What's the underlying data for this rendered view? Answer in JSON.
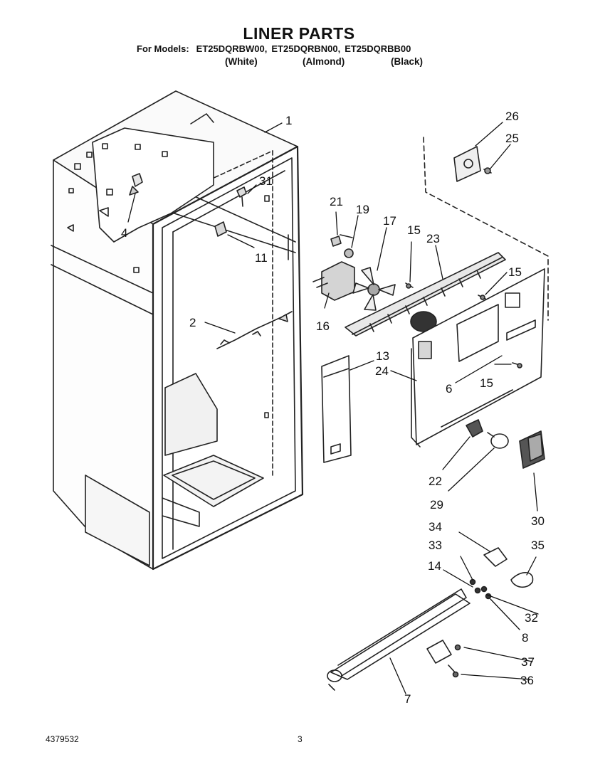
{
  "header": {
    "title": "LINER PARTS",
    "models_label": "For Models:",
    "models": [
      "ET25DQRBW00,",
      "ET25DQRBN00,",
      "ET25DQRBB00"
    ],
    "variants": [
      "(White)",
      "(Almond)",
      "(Black)"
    ]
  },
  "callouts": [
    "1",
    "2",
    "4",
    "31",
    "11",
    "21",
    "19",
    "17",
    "15",
    "23",
    "15",
    "16",
    "13",
    "24",
    "6",
    "15",
    "26",
    "25",
    "22",
    "29",
    "30",
    "34",
    "35",
    "33",
    "14",
    "32",
    "8",
    "37",
    "36",
    "7"
  ],
  "footer": {
    "part_number": "4379532",
    "page_number": "3"
  }
}
